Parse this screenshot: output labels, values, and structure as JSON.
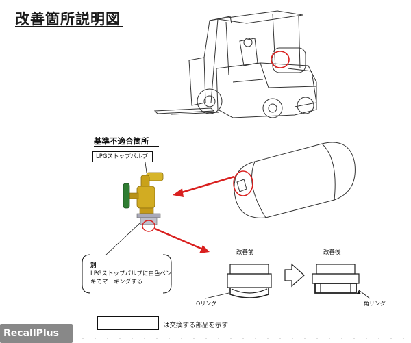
{
  "title": "改善箇所説明図",
  "nonconform": {
    "heading": "基準不適合箇所",
    "valve_label": "LPGストップバルブ"
  },
  "separate": {
    "label": "別",
    "text_line1": "LPGストップバルブに白色ペン",
    "text_line2": "キでマーキングする"
  },
  "comparison": {
    "before_label": "改善前",
    "after_label": "改善後",
    "oring_label": "Oリング",
    "square_ring_label": "角リング"
  },
  "legend": {
    "text": "は交換する部品を示す"
  },
  "watermark": "RecallPlus",
  "colors": {
    "arrow_red": "#d9201f",
    "valve_brass": "#c9a21a",
    "handle_green": "#2f7d32"
  }
}
